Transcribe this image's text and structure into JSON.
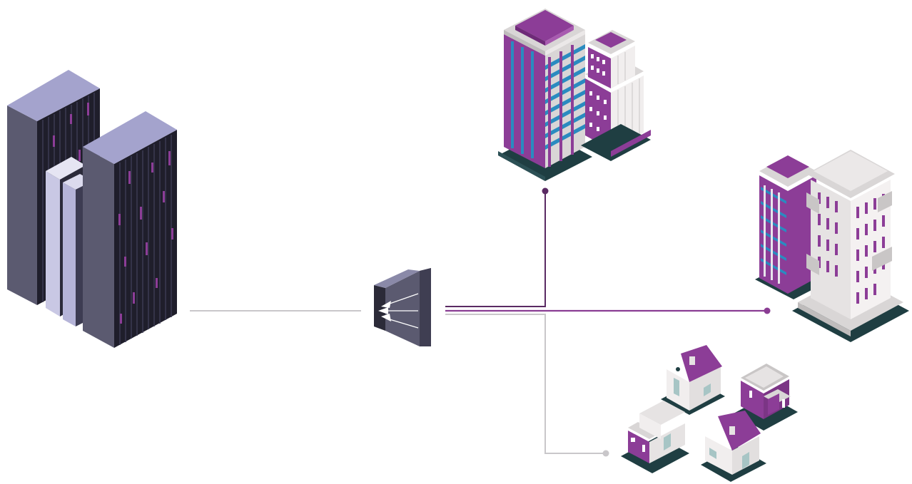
{
  "diagram": {
    "nodes": [
      {
        "id": "data-center",
        "kind": "server-racks",
        "icon": "server-rack-icon"
      },
      {
        "id": "splitter",
        "kind": "optical-splitter",
        "icon": "splitter-icon"
      },
      {
        "id": "office-tower",
        "kind": "commercial-buildings",
        "icon": "office-building-icon"
      },
      {
        "id": "apartment-towers",
        "kind": "residential-towers",
        "icon": "apartment-building-icon"
      },
      {
        "id": "houses",
        "kind": "residential-houses",
        "icon": "house-icon"
      }
    ],
    "links": [
      {
        "from": "data-center",
        "to": "splitter"
      },
      {
        "from": "splitter",
        "to": "office-tower"
      },
      {
        "from": "splitter",
        "to": "apartment-towers"
      },
      {
        "from": "splitter",
        "to": "houses"
      }
    ]
  },
  "colors": {
    "purple": "#8c3d97",
    "purple_dark": "#6e2a78",
    "purple_light": "#a85bb0",
    "lavender": "#a3a2cc",
    "slate": "#5a5a70",
    "rack_dark": "#1e1d2a",
    "teal_dark": "#1e3f43",
    "blue_stripe": "#2a8bc0",
    "white_face": "#f1eeee",
    "grey_face": "#d9d6d6",
    "line_grey": "#c7c5c8",
    "line_purple": "#8a3d93",
    "line_dark": "#5a2a63"
  }
}
